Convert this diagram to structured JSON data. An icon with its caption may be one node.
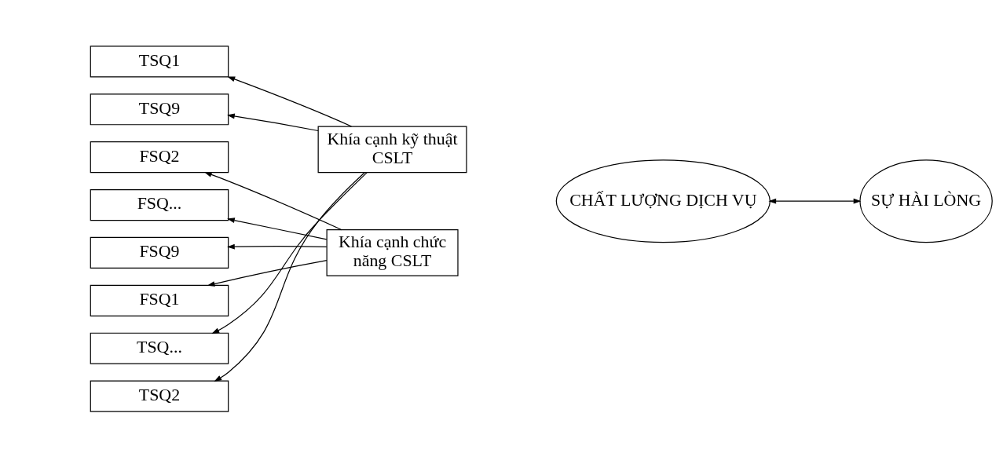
{
  "diagram": {
    "nodes": [
      {
        "text": [
          "TSQ1"
        ]
      },
      {
        "text": [
          "TSQ2"
        ]
      },
      {
        "text": [
          "TSQ..."
        ]
      },
      {
        "text": [
          "TSQ9"
        ]
      },
      {
        "text": [
          "Khía cạnh kỹ thuật CSLT"
        ]
      },
      {
        "text": [
          "CHẤT LƯỢNG DỊCH VỤ"
        ]
      },
      {
        "text": [
          "SỰ HÀI LÒNG"
        ]
      },
      {
        "text": [
          "FSQ1"
        ]
      },
      {
        "text": [
          "FSQ2"
        ]
      },
      {
        "text": [
          "FSQ..."
        ]
      },
      {
        "text": [
          "FSQ9"
        ]
      },
      {
        "text": [
          "Khía cạnh chức năng CSLT"
        ]
      }
    ],
    "edges": [
      {
        "from": 4,
        "to": 0,
        "arrow": "to"
      },
      {
        "from": 4,
        "to": 1,
        "arrow": "to"
      },
      {
        "from": 4,
        "to": 2,
        "arrow": "to"
      },
      {
        "from": 4,
        "to": 3,
        "arrow": "to"
      },
      {
        "from": 5,
        "to": 6,
        "arrow": "both"
      },
      {
        "from": 11,
        "to": 7,
        "arrow": "to"
      },
      {
        "from": 11,
        "to": 8,
        "arrow": "to"
      },
      {
        "from": 11,
        "to": 9,
        "arrow": "to"
      },
      {
        "from": 11,
        "to": 10,
        "arrow": "to"
      }
    ]
  }
}
